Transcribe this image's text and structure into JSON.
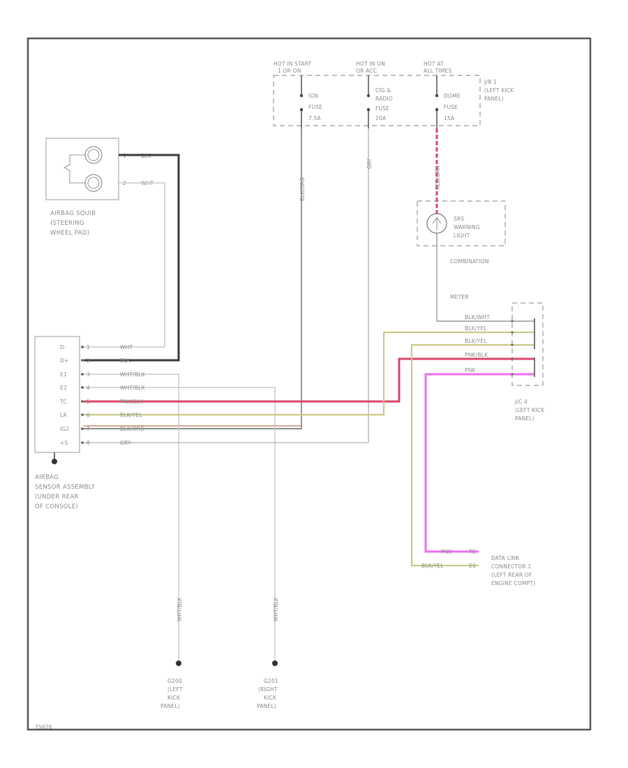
{
  "fuse_box": {
    "hot_labels": [
      {
        "line1": "HOT IN START",
        "line2": "1 OR ON"
      },
      {
        "line1": "HOT IN ON",
        "line2": "OR ACC"
      },
      {
        "line1": "HOT AT",
        "line2": "ALL TIMES"
      }
    ],
    "fuses": [
      {
        "line1": "IGN",
        "line2": "FUSE",
        "line3": "7.5A"
      },
      {
        "line1": "CIG &",
        "line2": "RADIO",
        "line3": "FUSE",
        "line4": "20A"
      },
      {
        "line1": "DOME",
        "line2": "FUSE",
        "line3": "15A"
      }
    ],
    "jb_label": {
      "line1": "J/B 1",
      "line2": "(LEFT KICK",
      "line3": "PANEL)"
    }
  },
  "squib": {
    "label_lines": [
      "AIRBAG SQUIB",
      "(STEERING",
      "WHEEL PAD)"
    ],
    "pins": [
      {
        "pin": "1",
        "wire": "BLK"
      },
      {
        "pin": "2",
        "wire": "WHT"
      }
    ]
  },
  "warning_lamp": {
    "label_lines": [
      "SRS",
      "WARNING",
      "LIGHT"
    ],
    "meter_lines": [
      "COMBINATION",
      "METER"
    ]
  },
  "vertical_wires": {
    "ign": "BLK/ORG",
    "cig": "GRY",
    "dome": "RED/GRN",
    "g200": "WHT/BLK",
    "g201": "WHT/BLK"
  },
  "sensor": {
    "label_lines": [
      "AIRBAG",
      "SENSOR ASSEMBLY",
      "(UNDER REAR",
      "OF CONSOLE)"
    ],
    "terminals": [
      "D-",
      "D+",
      "E1",
      "E2",
      "TC",
      "LA",
      "IG2",
      "+S"
    ],
    "pins": [
      "1",
      "2",
      "3",
      "4",
      "5",
      "6",
      "7",
      "8"
    ],
    "wires": [
      "WHT",
      "BLK",
      "WHT/BLK",
      "WHT/BLK",
      "PNK/BLK",
      "BLK/YEL",
      "BLK/ORG",
      "GRY"
    ]
  },
  "jc4": {
    "wires": [
      "BLK/WHT",
      "BLK/YEL",
      "BLK/YEL",
      "PNK/BLK",
      "PNK"
    ],
    "label_lines": [
      "J/C 4",
      "(LEFT KICK",
      "PANEL)"
    ]
  },
  "dlc": {
    "wires": [
      {
        "wire": "PNK",
        "pin": "TC"
      },
      {
        "wire": "BLK/YEL",
        "pin": "E1"
      }
    ],
    "label_lines": [
      "DATA LINK",
      "CONNECTOR 1",
      "(LEFT REAR OF",
      "ENGINE COMPT)"
    ]
  },
  "grounds": [
    {
      "lines": [
        "G200",
        "(LEFT",
        "KICK",
        "PANEL)"
      ]
    },
    {
      "lines": [
        "G201",
        "(RIGHT",
        "KICK",
        "PANEL)"
      ]
    }
  ],
  "diagram_id": "75626",
  "colors": {
    "frame": "#555555",
    "black_wire": "#3a3a3a",
    "grey_wire": "#bdbdbd",
    "red_wire": "#d9446a",
    "yellow_wire": "#c9c986",
    "orange_wire": "#c98a6e",
    "pink_wire": "#ee6ef0",
    "text": "#8a8a8a"
  }
}
